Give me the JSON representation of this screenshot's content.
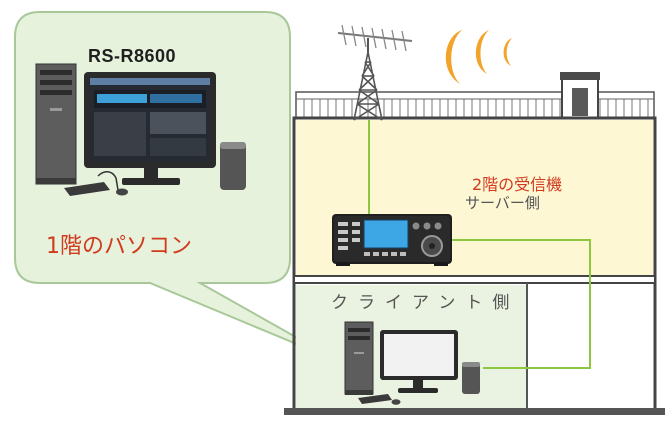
{
  "software_label": "RS-R8600",
  "pc_label": "1階のパソコン",
  "receiver_label_line1": "2階の受信機",
  "receiver_label_line2": "サーバー側",
  "client_label": "クライアント側",
  "colors": {
    "bubble_fill": "#e6f2dc",
    "bubble_stroke": "#a9c89a",
    "floor2_fill": "#fdf7d4",
    "floor1_fill": "#eaf3e1",
    "cable": "#8dc63f",
    "wave": "#f2a42a",
    "red_text": "#d23a1e"
  }
}
